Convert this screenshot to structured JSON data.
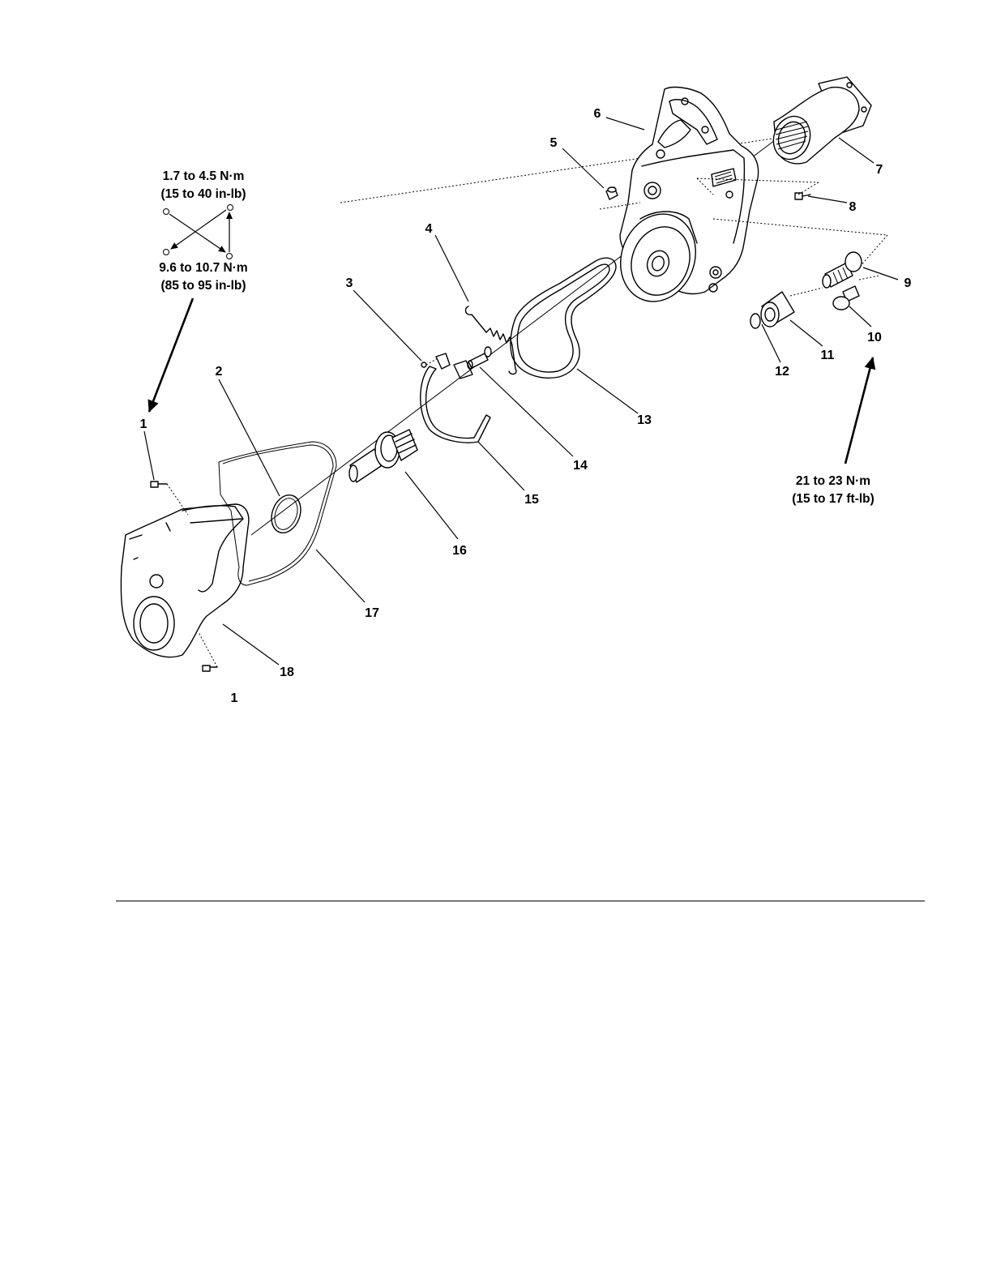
{
  "callouts": {
    "n1a": "1",
    "n1b": "1",
    "n2": "2",
    "n3": "3",
    "n4": "4",
    "n5": "5",
    "n6": "6",
    "n7": "7",
    "n8": "8",
    "n9": "9",
    "n10": "10",
    "n11": "11",
    "n12": "12",
    "n13": "13",
    "n14": "14",
    "n15": "15",
    "n16": "16",
    "n17": "17",
    "n18": "18"
  },
  "torque": {
    "small_line1": "1.7 to 4.5 N·m",
    "small_line2": "(15 to 40 in-lb)",
    "medium_line1": "9.6 to 10.7 N·m",
    "medium_line2": "(85 to 95 in-lb)",
    "large_line1": "21 to 23 N·m",
    "large_line2": "(15 to 17 ft-lb)"
  }
}
